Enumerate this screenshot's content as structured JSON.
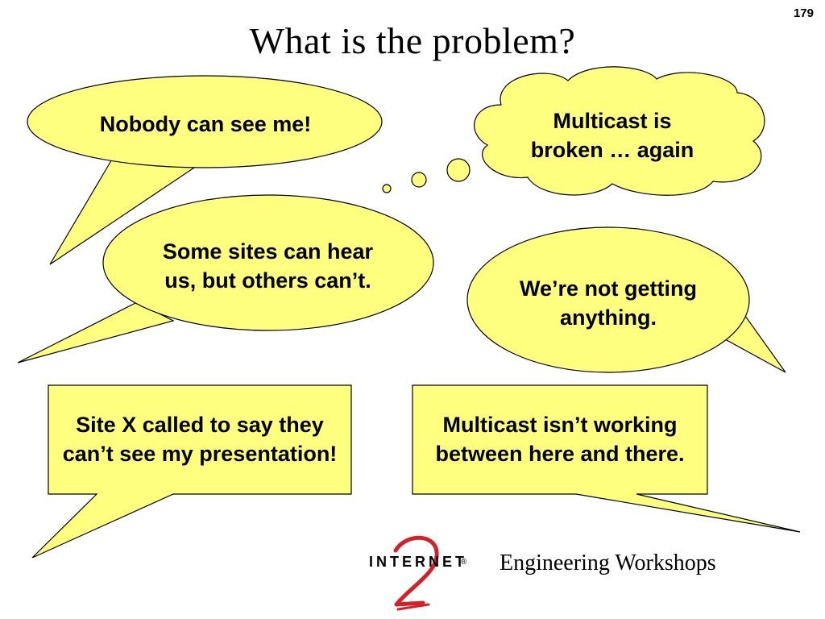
{
  "slide": {
    "page_number": "179",
    "title": "What is the problem?",
    "bubbles": [
      {
        "text": "Nobody can see me!"
      },
      {
        "text": "Multicast is broken … again"
      },
      {
        "text": "Some sites can hear us, but others can’t."
      },
      {
        "text": "We’re not getting anything."
      },
      {
        "text": "Site X called to say they can’t see my presentation!"
      },
      {
        "text": "Multicast isn’t working between here and there."
      }
    ],
    "logo_text": "INTERNET",
    "logo_registered": "®",
    "footer": "Engineering Workshops"
  },
  "colors": {
    "bubble_fill": "#FFFF7F",
    "bubble_stroke": "#000000",
    "logo_red": "#D42027"
  }
}
